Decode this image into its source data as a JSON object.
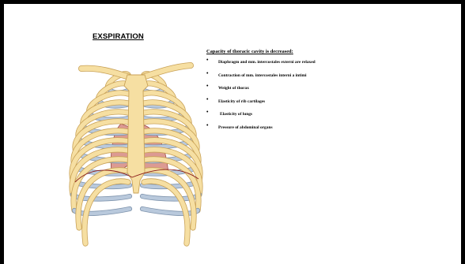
{
  "slide": {
    "title": "EXSPIRATION",
    "heading": "Capacity of thoracic cavity is decreased",
    "heading_suffix": ":",
    "bullet_glyph": "•",
    "bullets": [
      "Diaphragm and mm. intercostales externi are relaxed",
      "Contraction of mm. intercostales interni a intimi",
      "Weight of thorax",
      "Elasticity of rib cartilages",
      "Elasticity  of lungs",
      "Pressure of abdominal organs"
    ]
  },
  "illustration": {
    "subject": "thoracic-cage-anatomy",
    "colors": {
      "bone": "#f6dfa2",
      "bone_outline": "#c9a257",
      "cartilage": "#b9c9dc",
      "cartilage_outline": "#7f94ad",
      "lung": "#dc9a92",
      "lung_outline": "#9e4c45",
      "diaphragm_line": "#8a1a1a"
    }
  }
}
